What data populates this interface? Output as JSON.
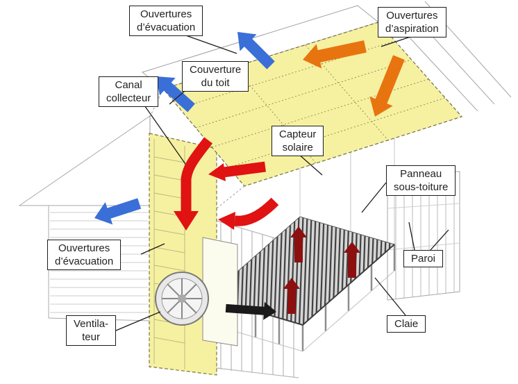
{
  "labels": {
    "evac_top": "Ouvertures\nd’évacuation",
    "aspiration": "Ouvertures\nd’aspiration",
    "couverture": "Couverture\ndu toit",
    "canal": "Canal\ncollecteur",
    "capteur": "Capteur\nsolaire",
    "panneau": "Panneau\nsous-toiture",
    "evac_left": "Ouvertures\nd’évacuation",
    "paroi": "Paroi",
    "ventilateur": "Ventila-\nteur",
    "claie": "Claie"
  },
  "colors": {
    "roof_yellow": "#f6f1a0",
    "blue": "#3a6fd8",
    "orange": "#e87410",
    "red": "#e01212",
    "dark_red": "#8c1010",
    "black": "#1a1a1a"
  }
}
